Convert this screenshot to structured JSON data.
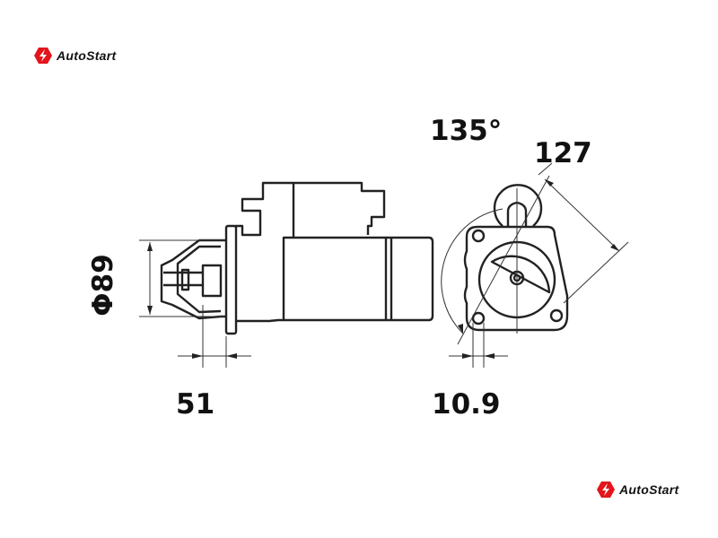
{
  "brand": {
    "name": "AutoStart",
    "color": "#e3141b"
  },
  "dimensions": {
    "angle": "135°",
    "width": "127",
    "diameter": "Φ89",
    "flange_offset": "51",
    "hole_spacing": "10.9"
  }
}
